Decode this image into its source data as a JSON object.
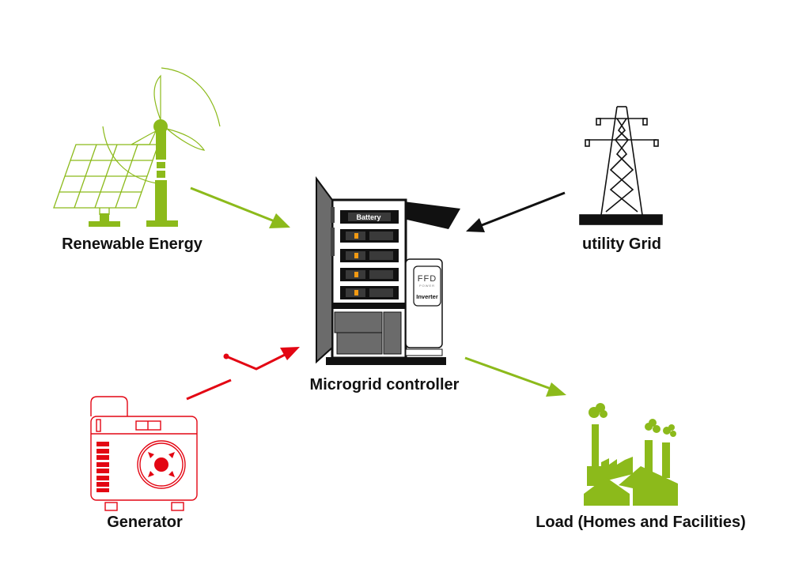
{
  "nodes": {
    "renewable": {
      "label": "Renewable Energy",
      "icon": "solar-wind-icon"
    },
    "grid": {
      "label": "utility Grid",
      "icon": "power-tower-icon"
    },
    "controller": {
      "label": "Microgrid controller",
      "icon": "battery-cabinet-icon",
      "battery_label": "Battery",
      "brand_label": "FFD",
      "brand_sub": "POWER",
      "inverter_label": "Inverter"
    },
    "generator": {
      "label": "Generator",
      "icon": "generator-icon"
    },
    "load": {
      "label": "Load (Homes and Facilities)",
      "icon": "factory-icon"
    }
  },
  "colors": {
    "green": "#8cba1b",
    "red": "#e30613",
    "black": "#111111",
    "gray": "#6b6b6b"
  }
}
